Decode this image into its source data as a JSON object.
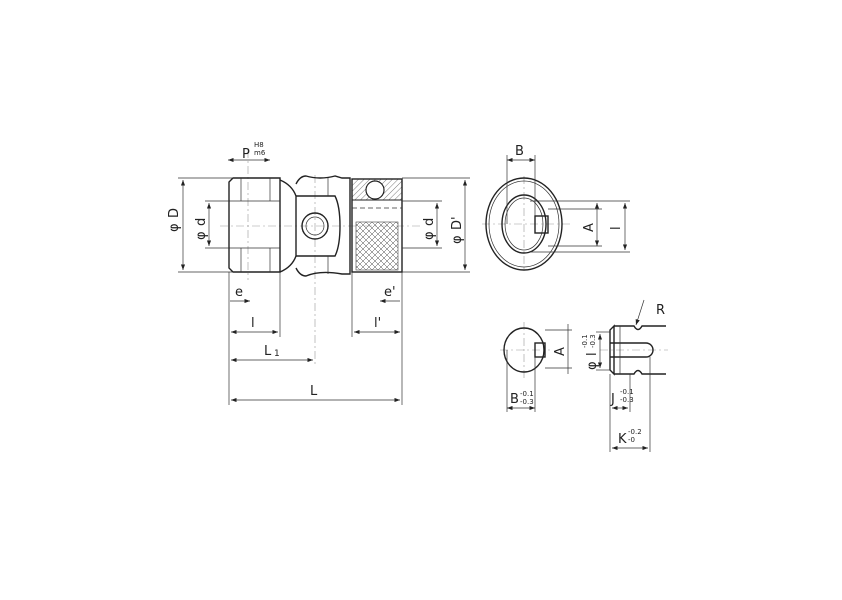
{
  "main_view": {
    "p_label": "P",
    "p_tol_upper": "H8",
    "p_tol_lower": "m6",
    "phi": "φ",
    "D_label": "D",
    "d_label": "d",
    "d2_label": "d",
    "D2_label": "D'",
    "e_label": "e",
    "l_label": "l",
    "L1_label": "L",
    "L1_sub": "1",
    "L_label": "L",
    "e2_label": "e'",
    "l2_label": "l'"
  },
  "end_view": {
    "B_label": "B",
    "A_label": "A",
    "l_label": "l"
  },
  "detail_view": {
    "A_label": "A",
    "B_label": "B",
    "B_tol_upper": "-0.1",
    "B_tol_lower": "-0.3",
    "phi": "φ",
    "l_label": "l",
    "l_tol_upper": "-0.1",
    "l_tol_lower": "-0.3",
    "R_label": "R",
    "J_label": "J",
    "J_tol_upper": "-0.1",
    "J_tol_lower": "-0.3",
    "K_label": "K",
    "K_tol_upper": "-0.2",
    "K_tol_lower": "-0"
  }
}
